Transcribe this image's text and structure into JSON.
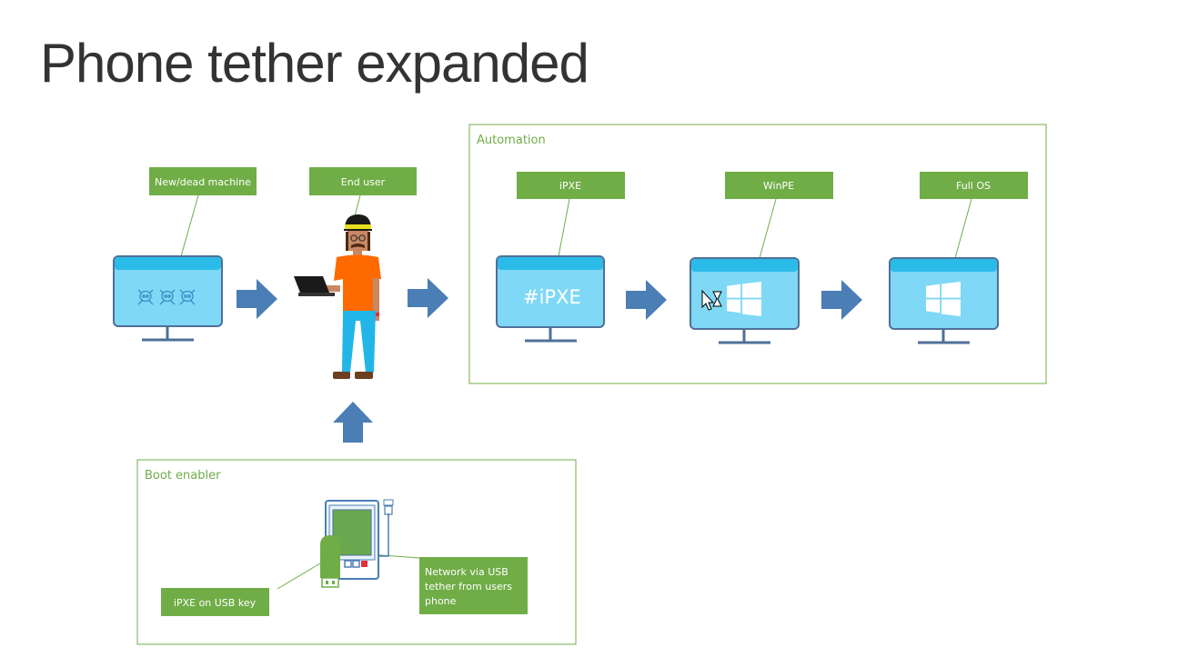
{
  "title": "Phone tether expanded",
  "colors": {
    "green": "#70ad47",
    "arrow": "#4a7eb5",
    "screen": "#7fd8f5",
    "screen_bar": "#2bbbe8",
    "monitor_border": "#4f7098"
  },
  "automation": {
    "title": "Automation",
    "ipxe_label": "iPXE",
    "ipxe_screen_text": "#iPXE",
    "winpe_label": "WinPE",
    "fullos_label": "Full OS"
  },
  "left": {
    "machine_label": "New/dead machine",
    "user_label": "End user"
  },
  "boot_enabler": {
    "title": "Boot enabler",
    "usb_label": "iPXE on USB key",
    "network_label_lines": [
      "Network via USB",
      "tether from users",
      "phone"
    ]
  }
}
